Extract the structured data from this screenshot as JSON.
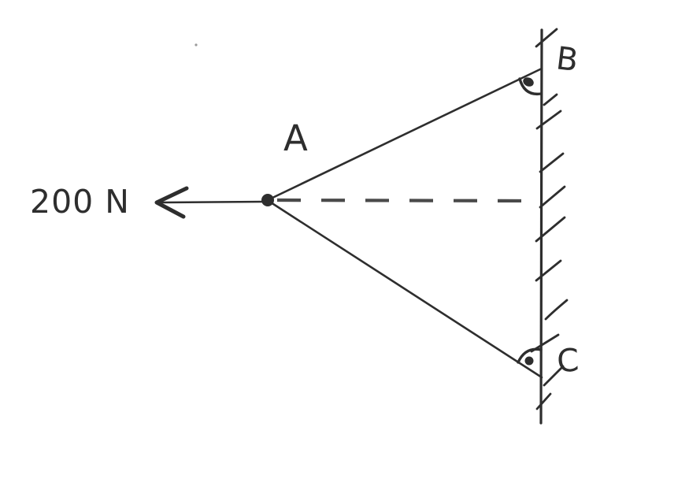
{
  "diagram": {
    "labels": {
      "force": "200 N",
      "point_a": "A",
      "point_b": "B",
      "point_c": "C"
    },
    "colors": {
      "ink": "#2e2e2e",
      "ink_soft": "#4a4a4a",
      "background": "#ffffff"
    }
  }
}
